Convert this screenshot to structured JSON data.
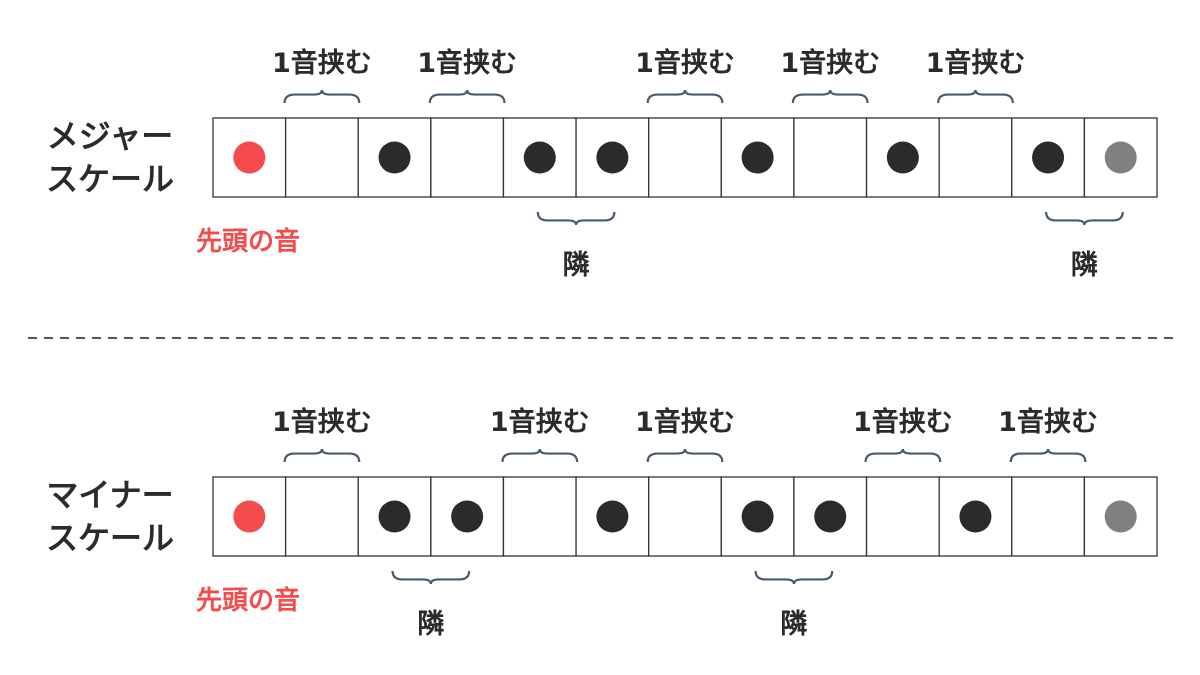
{
  "colors": {
    "root": "#f44c4c",
    "note": "#2b2b2b",
    "octave": "#808080",
    "brace": "#4a5a70",
    "grid": "#333333",
    "divider": "#4a5a70"
  },
  "cell_count": 13,
  "skip_label": "1音挟む",
  "adjacent_label": "隣",
  "root_label": "先頭の音",
  "scales": [
    {
      "name": "major",
      "title_lines": [
        "メジャー",
        "スケール"
      ],
      "notes": [
        0,
        2,
        4,
        5,
        7,
        9,
        11,
        12
      ],
      "skip_cells": [
        1,
        3,
        6,
        8,
        10
      ],
      "adjacent_pairs": [
        [
          4,
          5
        ],
        [
          11,
          12
        ]
      ]
    },
    {
      "name": "minor",
      "title_lines": [
        "マイナー",
        "スケール"
      ],
      "notes": [
        0,
        2,
        3,
        5,
        7,
        8,
        10,
        12
      ],
      "skip_cells": [
        1,
        4,
        6,
        9,
        11
      ],
      "adjacent_pairs": [
        [
          2,
          3
        ],
        [
          7,
          8
        ]
      ]
    }
  ]
}
